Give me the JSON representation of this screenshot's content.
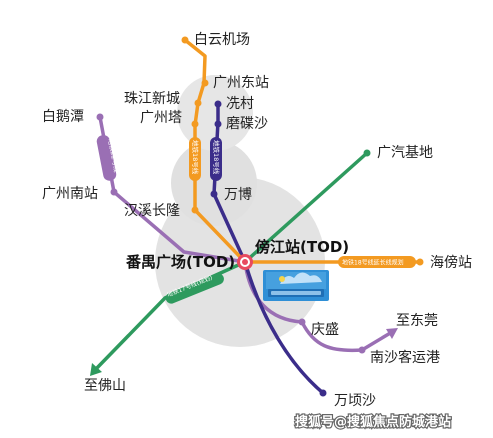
{
  "stations": {
    "baiyun_airport": "白云机场",
    "guangzhou_east": "广州东站",
    "zhujiang_newtown": "珠江新城",
    "guangzhou_tower": "广州塔",
    "xiancun": "冼村",
    "modiesha": "磨碟沙",
    "baietan": "白鹅潭",
    "guangzhou_south": "广州南站",
    "hanxi_changlong": "汉溪长隆",
    "wanbo": "万博",
    "guangqi_base": "广汽基地",
    "panyu_square": "番禺广场(TOD)",
    "pangjiang": "傍江站(TOD)",
    "haibang": "海傍站",
    "qingsheng": "庆盛",
    "to_dongguan": "至东莞",
    "nansha_port": "南沙客运港",
    "to_foshan": "至佛山",
    "wanqingsha": "万顷沙"
  },
  "line_labels": {
    "purple": "地铁22号线",
    "orange": "地铁18号线",
    "navy": "地铁18号线",
    "orange_east": "地铁18号线延长线规划",
    "green": "地铁17号线(规划)"
  },
  "watermark": "搜狐号@搜狐焦点防城港站",
  "colors": {
    "orange": "#f39a21",
    "purple": "#9a6fb4",
    "navy": "#3b2d8a",
    "green": "#2e9a5e",
    "hub": "#e84a5f",
    "circle": "#d9d9d9"
  }
}
